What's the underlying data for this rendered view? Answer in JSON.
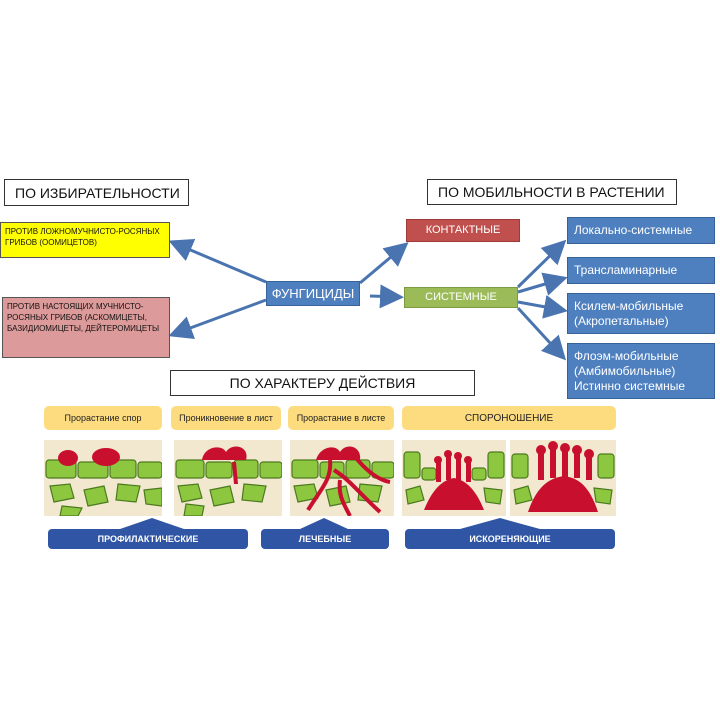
{
  "headings": {
    "selectivity": "ПО ИЗБИРАТЕЛЬНОСТИ",
    "mobility": "ПО МОБИЛЬНОСТИ В РАСТЕНИИ",
    "action": "ПО ХАРАКТЕРУ ДЕЙСТВИЯ"
  },
  "center": "ФУНГИЦИДЫ",
  "selectivity_items": [
    {
      "text": "ПРОТИВ ЛОЖНОМУЧНИСТО-РОСЯНЫХ ГРИБОВ (ООМИЦЕТОВ)",
      "color": "#ffff00"
    },
    {
      "text": "ПРОТИВ НАСТОЯЩИХ МУЧНИСТО-РОСЯНЫХ ГРИБОВ (АСКОМИЦЕТЫ, БАЗИДИОМИЦЕТЫ, ДЕЙТЕРОМИЦЕТЫ",
      "color": "#dd9a9a"
    }
  ],
  "mobility_items": {
    "contact": {
      "text": "КОНТАКТНЫЕ",
      "color": "#c0504d"
    },
    "systemic": {
      "text": "СИСТЕМНЫЕ",
      "color": "#9bbb59"
    }
  },
  "systemic_types": [
    "Локально-системные",
    "Транслaминарные",
    "Ксилем-мобильные (Акропетальные)",
    "Флоэм-мобильные (Амбимобильные) Истинно системные"
  ],
  "stages": [
    "Прорастание спор",
    "Проникновение в лист",
    "Прорастание в листе",
    "СПОРОНОШЕНИЕ"
  ],
  "action_types": [
    "ПРОФИЛАКТИЧЕСКИЕ",
    "ЛЕЧЕБНЫЕ",
    "ИСКОРЕНЯЮЩИЕ"
  ],
  "colors": {
    "node_blue": "#4e7fbf",
    "arrow": "#4a74b0",
    "stage_label": "#fddc80",
    "band": "#2f55a4",
    "cell_green": "#8dc63f",
    "fungus_red": "#c8102e",
    "tissue_bg": "#f2e8cf"
  }
}
